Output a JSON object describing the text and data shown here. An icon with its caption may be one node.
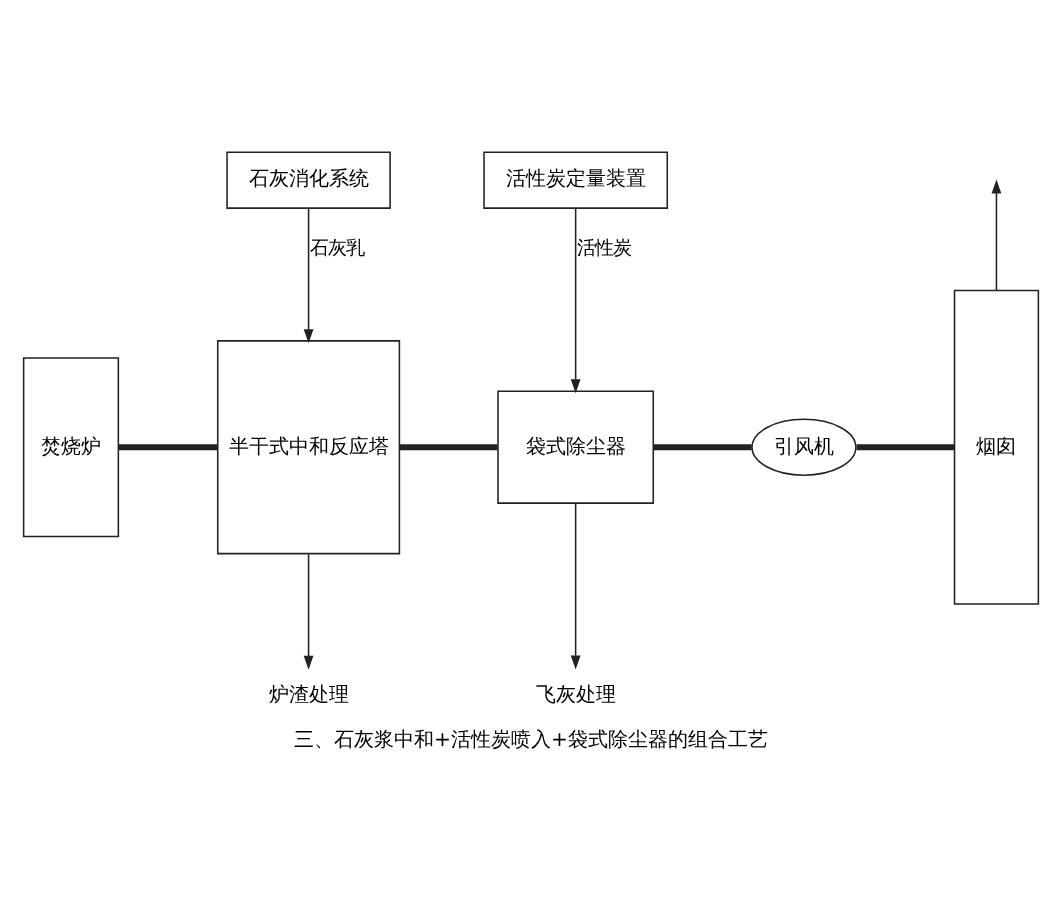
{
  "diagram": {
    "caption": "三、石灰浆中和+活性炭喷入+袋式除尘器的组合工艺",
    "nodes": [
      {
        "text": [
          "石灰消化系统"
        ]
      },
      {
        "text": [
          "焚烧炉"
        ]
      },
      {
        "text": [
          "半干式中和反应塔"
        ]
      },
      {
        "text": [
          "活性炭定量装置"
        ]
      },
      {
        "text": [
          "袋式除尘器"
        ]
      },
      {
        "text": [
          "烟囱"
        ]
      },
      {
        "text": [
          "引风机"
        ]
      },
      {
        "text": [
          "炉渣处理"
        ]
      },
      {
        "text": [
          "飞灰处理"
        ]
      }
    ],
    "edges": [
      {
        "from": 0,
        "to": 2,
        "arrow": "to",
        "label": "石灰乳"
      },
      {
        "from": 1,
        "to": 2,
        "arrow": "none",
        "style": "thick"
      },
      {
        "from": 3,
        "to": 4,
        "arrow": "to",
        "label": "活性炭"
      },
      {
        "from": 2,
        "to": 4,
        "arrow": "none",
        "style": "thick"
      },
      {
        "from": 4,
        "to": 6,
        "arrow": "none",
        "style": "thick"
      },
      {
        "from": 6,
        "to": 5,
        "arrow": "none",
        "style": "thick"
      },
      {
        "from": 2,
        "to": 7,
        "arrow": "to"
      },
      {
        "from": 4,
        "to": 8,
        "arrow": "to"
      },
      {
        "from": 5,
        "to": null,
        "arrow": "to"
      }
    ]
  }
}
